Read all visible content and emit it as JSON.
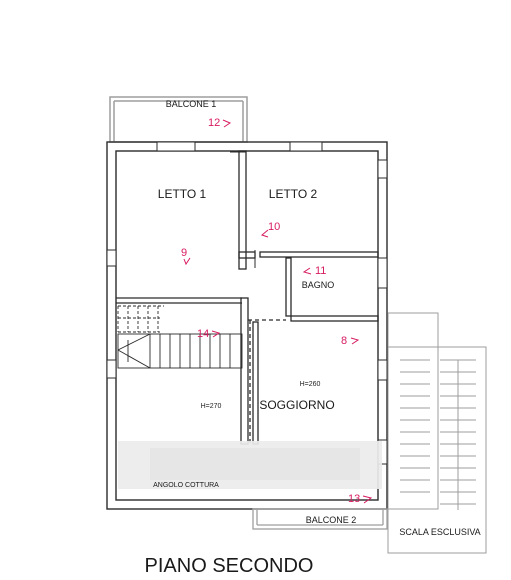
{
  "title": "PIANO SECONDO",
  "rooms": {
    "balcone1": "BALCONE 1",
    "letto1": "LETTO 1",
    "letto2": "LETTO 2",
    "bagno": "BAGNO",
    "soggiorno": "SOGGIORNO",
    "balcone2": "BALCONE 2",
    "scala": "SCALA ESCLUSIVA",
    "angolo": "ANGOLO COTTURA"
  },
  "heights": {
    "soggiorno": "H=260",
    "left": "H=270"
  },
  "photo_markers": [
    "12",
    "10",
    "9",
    "11",
    "14",
    "8",
    "13"
  ],
  "colors": {
    "wall": "#2b2b2b",
    "marker": "#d81b60",
    "balcony": "#9e9e9e",
    "redaction": "#ececec"
  }
}
